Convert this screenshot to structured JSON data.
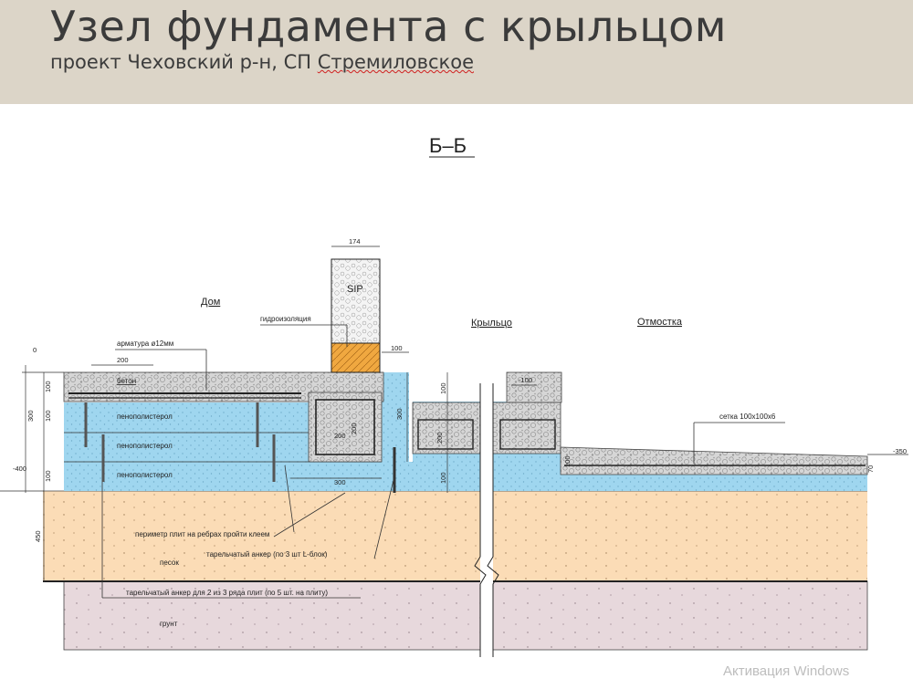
{
  "header": {
    "title": "Узел фундамента с крыльцом",
    "subtitle_prefix": "проект Чеховский р-н, СП ",
    "subtitle_place": "Стремиловское"
  },
  "drawing": {
    "section_label": "Б–Б",
    "zones": {
      "house": "Дом",
      "porch": "Крыльцо",
      "blind_area": "Отмостка"
    },
    "materials": {
      "sip": "SIP",
      "concrete": "бетон",
      "eps": "пенополистерол",
      "sand": "песок",
      "soil": "грунт"
    },
    "callouts": {
      "waterproofing": "гидроизоляция",
      "rebar": "арматура ø12мм",
      "mesh": "сетка 100х100х6",
      "perimeter": "периметр плит на ребрах пройти клеем",
      "anchor_lblock": "тарельчатый анкер (по 3 шт L-блок)",
      "anchor_rows": "тарельчатый анкер для 2 из 3 ряда плит (по 5 шт. на плиту)"
    },
    "dimensions": {
      "sip_width": "174",
      "level_0": "0",
      "level_m400": "-400",
      "level_m100": "-100",
      "level_m350": "-350",
      "d200": "200",
      "d100_wall": "100",
      "d300_left": "300",
      "d100_a": "100",
      "d100_b": "100",
      "d100_c": "100",
      "d450": "450",
      "d300_eps": "300",
      "beam_h": "200",
      "beam_w": "200",
      "d300_right": "300",
      "d100_right": "100",
      "d100_right2": "100",
      "porch_beam": "200",
      "d100_blind": "100",
      "d70": "70"
    }
  },
  "watermark": "Активация Windows",
  "colors": {
    "header_bg": "#dcd5c8",
    "eps": "#9fd6ef",
    "sand": "#fbdcb6",
    "soil": "#e7d8dc",
    "concrete": "#d4d4d4",
    "timber": "#f0a840"
  }
}
